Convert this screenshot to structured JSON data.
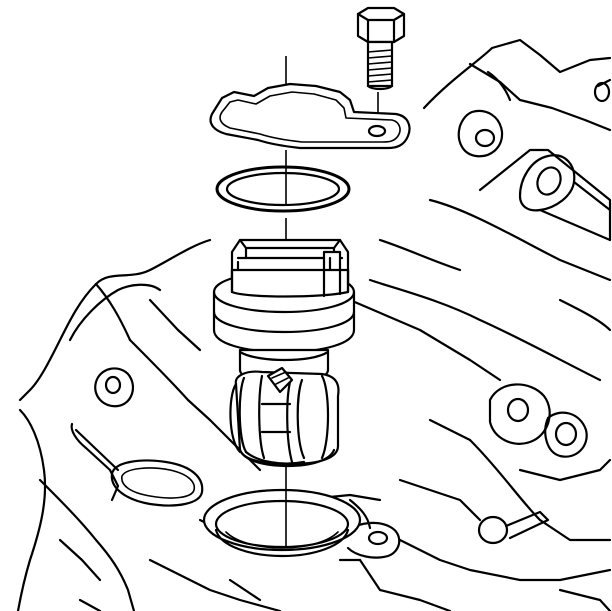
{
  "figure": {
    "background": "#ffffff",
    "line_color": "#000000",
    "parts": [
      {
        "name": "bolt",
        "label": ""
      },
      {
        "name": "sensor-retainer-bracket",
        "label": ""
      },
      {
        "name": "o-ring-seal-upper",
        "label": ""
      },
      {
        "name": "vehicle-speed-sensor",
        "label": ""
      },
      {
        "name": "sensor-bore-opening",
        "label": ""
      },
      {
        "name": "transmission-case",
        "label": ""
      }
    ]
  }
}
